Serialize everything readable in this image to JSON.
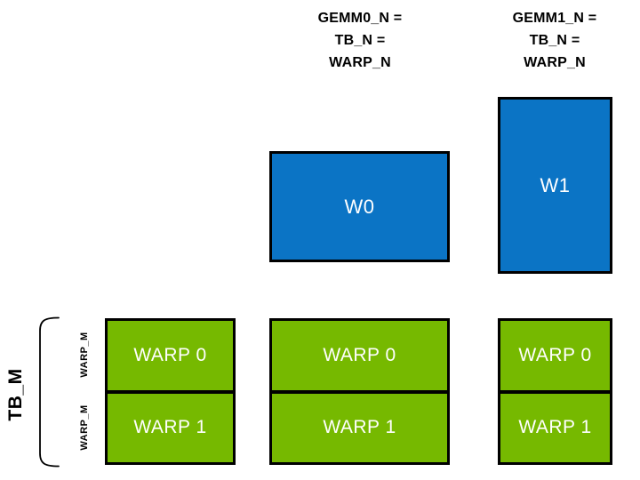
{
  "colors": {
    "blue": "#0b74c5",
    "green": "#76b900",
    "border": "#000000",
    "box_text": "#ffffff",
    "label_text": "#000000",
    "background": "#ffffff"
  },
  "headers": [
    {
      "line1": "GEMM0_N =",
      "line2": "TB_N =",
      "line3": "WARP_N"
    },
    {
      "line1": "GEMM1_N =",
      "line2": "TB_N =",
      "line3": "WARP_N"
    }
  ],
  "blue_boxes": [
    {
      "label": "W0"
    },
    {
      "label": "W1"
    }
  ],
  "warp_grids": [
    {
      "warp0": "WARP 0",
      "warp1": "WARP 1"
    },
    {
      "warp0": "WARP 0",
      "warp1": "WARP 1"
    },
    {
      "warp0": "WARP 0",
      "warp1": "WARP 1"
    }
  ],
  "left_axis": {
    "tb_label": "TB_M",
    "warp_m_top": "WARP_M",
    "warp_m_bottom": "WARP_M"
  }
}
